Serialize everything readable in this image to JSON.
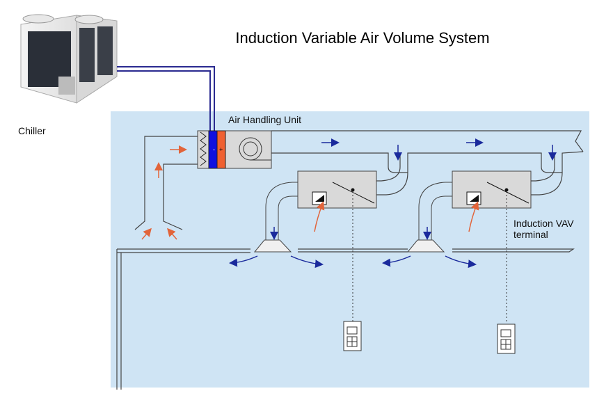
{
  "title": "Induction Variable Air Volume System",
  "labels": {
    "chiller": "Chiller",
    "ahu": "Air Handling Unit",
    "vav_line1": "Induction VAV",
    "vav_line2": "terminal"
  },
  "ahu_coil_symbols": {
    "cooling": "-",
    "heating": "+"
  },
  "colors": {
    "room": "#cfe4f4",
    "supply_arrow": "#1a2a9c",
    "return_arrow": "#e2643a",
    "cooling_coil": "#1010e0",
    "heating_coil": "#f06030",
    "equipment": "#d9d9d9",
    "pipe": "#2a2a90"
  },
  "icons": [
    "chiller-icon",
    "thermostat-icon",
    "damper-icon",
    "fan-icon",
    "filter-icon"
  ]
}
